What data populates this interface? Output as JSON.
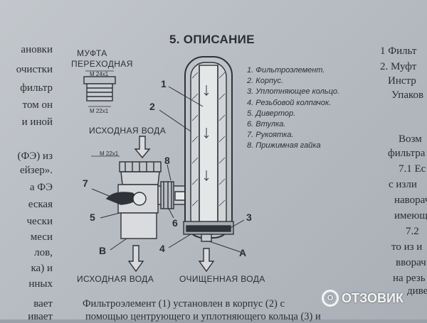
{
  "document": {
    "section_title": "5. ОПИСАНИЕ",
    "parts_list": [
      "1. Фильтроэлемент.",
      "2. Корпус.",
      "3. Уплотняющее кольцо.",
      "4. Резьбовой колпачок.",
      "5. Дивертор.",
      "6. Втулка.",
      "7. Рукоятка.",
      "8. Прижимная гайка"
    ],
    "coupling_label_line1": "МУФТА",
    "coupling_label_line2": "ПЕРЕХОДНАЯ",
    "coupling_dim_top": "M 24x1",
    "coupling_dim_bottom": "M 22x1",
    "diverter_dim": "M 22x1",
    "source_water_top": "ИСХОДНАЯ ВОДА",
    "source_water_bottom": "ИСХОДНАЯ ВОДА",
    "clean_water": "ОЧИЩЕННАЯ ВОДА",
    "callouts": [
      "1",
      "2",
      "3",
      "4",
      "5",
      "6",
      "7",
      "8"
    ],
    "outlet_letters": [
      "В",
      "А"
    ],
    "bottom_text": "Фильтроэлемент (1) установлен в корпус (2) с",
    "bottom_text_2": "помощью центрующего и уплотняющего кольца (3) и",
    "left_column": [
      "ановки",
      "очистки",
      "фильтр",
      "том он",
      "и иной",
      "(ФЭ) из",
      "ейзер».",
      "а ФЭ",
      "еская",
      "чески",
      "меси",
      "лов,",
      "ка) и",
      "нных",
      "вает",
      "ивает"
    ],
    "right_column": [
      "1 Фильт",
      "2. Муфт",
      "Инстр",
      "Упаков",
      "Возм",
      "фильтра",
      "7.1 Ес",
      "с изли",
      "наворач",
      "имеющ",
      "7.2",
      "то из и",
      "вворач",
      "на резь",
      "дивер"
    ]
  },
  "watermark": {
    "logo_text": "ОТЗОВИК",
    "logo_mark": "О"
  }
}
